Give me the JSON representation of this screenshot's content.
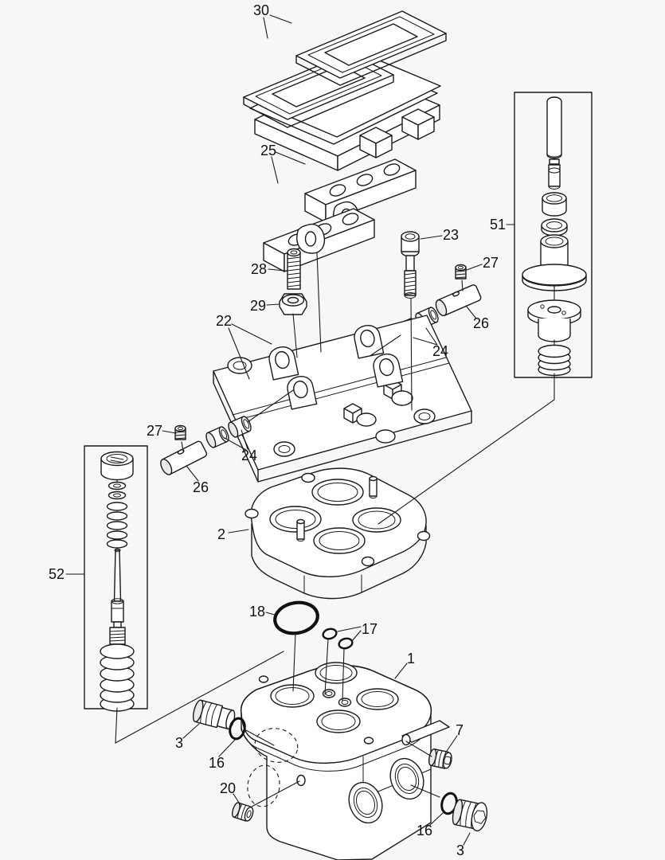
{
  "page": {
    "background_color": "#f7f7f7"
  },
  "diagram": {
    "type": "exploded-parts-diagram",
    "line_color": "#1a1a1a",
    "detail_box_refs": [
      "51",
      "52"
    ],
    "callouts": [
      {
        "label": "30"
      },
      {
        "label": "25"
      },
      {
        "label": "23"
      },
      {
        "label": "28"
      },
      {
        "label": "29"
      },
      {
        "label": "27"
      },
      {
        "label": "26"
      },
      {
        "label": "24"
      },
      {
        "label": "22"
      },
      {
        "label": "51"
      },
      {
        "label": "27"
      },
      {
        "label": "24"
      },
      {
        "label": "26"
      },
      {
        "label": "52"
      },
      {
        "label": "2"
      },
      {
        "label": "18"
      },
      {
        "label": "17"
      },
      {
        "label": "1"
      },
      {
        "label": "3"
      },
      {
        "label": "16"
      },
      {
        "label": "20"
      },
      {
        "label": "7"
      },
      {
        "label": "16"
      },
      {
        "label": "3"
      }
    ]
  }
}
